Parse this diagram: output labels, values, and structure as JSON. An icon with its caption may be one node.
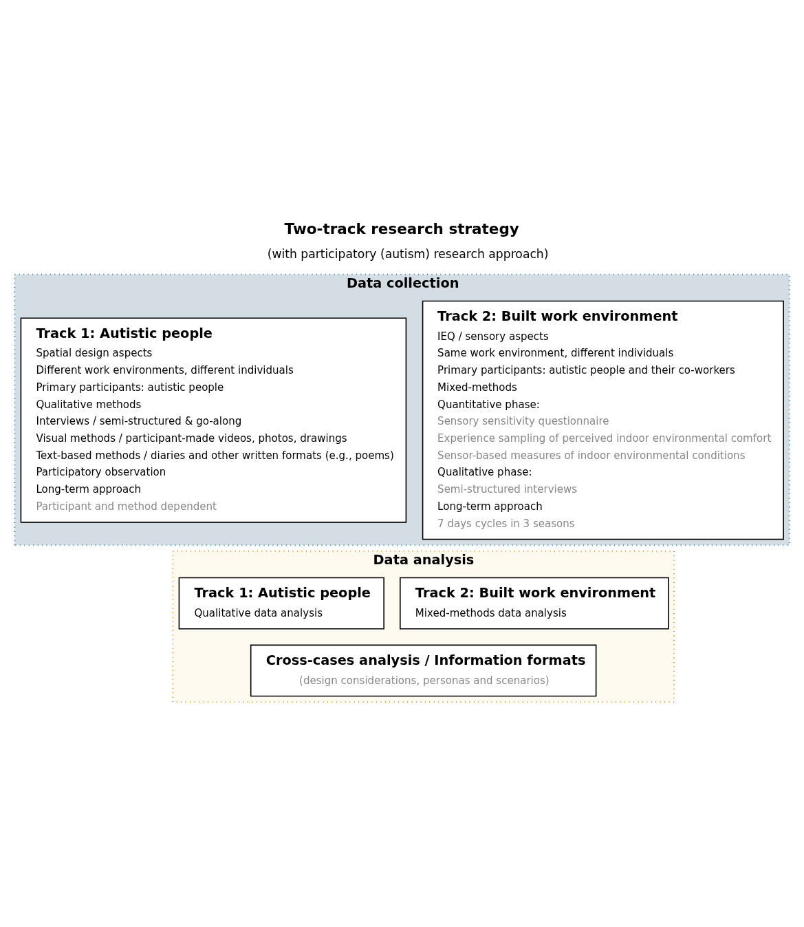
{
  "diagram": {
    "title": "Two-track research strategy",
    "nodes": [
      {
        "text": [
          "Data collection"
        ]
      },
      {
        "text": [
          "Track 1: Autistic people",
          "Spatial design aspects",
          "Different work environments, different individuals",
          "Primary participants: autistic people",
          "Qualitative methods",
          "Interviews / semi-structured & go-along",
          "Visual methods / participant-made videos, photos, drawings",
          "Text-based methods / diaries and other written formats (e.g., poems)",
          "Participatory observation",
          "Long-term approach",
          "Participant and method dependent"
        ],
        "in": 0
      },
      {
        "text": [
          "Track 2: Built work environment",
          "IEQ / sensory aspects",
          "Same work environment, different individuals",
          "Primary participants: autistic people and their co-workers",
          "Mixed-methods",
          "Quantitative phase:",
          "Sensory sensitivity questionnaire",
          "Experience sampling of perceived indoor environmental comfort",
          "Sensor-based measures of indoor environmental conditions",
          "Qualitative phase:",
          "Semi-structured interviews",
          "Long-term approach",
          "7 days cycles in 3 seasons"
        ],
        "in": 0
      },
      {
        "text": [
          "Data analysis"
        ]
      },
      {
        "text": [
          "Track 1: Autistic people",
          "Qualitative data analysis"
        ],
        "in": 3
      },
      {
        "text": [
          "Track 2: Built work environment",
          "Mixed-methods data analysis"
        ],
        "in": 3
      },
      {
        "text": [
          "Cross-cases analysis / Information formats",
          "(design considerations, personas and scenarios)"
        ],
        "in": 3
      }
    ],
    "labels": [
      "(with participatory (autism) research approach)"
    ]
  }
}
